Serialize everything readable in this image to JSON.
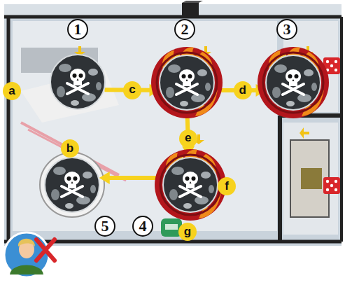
{
  "diagram": {
    "nodes": [
      {
        "text": [
          "1"
        ]
      },
      {
        "text": [
          "2"
        ]
      },
      {
        "text": [
          "3"
        ]
      },
      {
        "text": [
          "5"
        ]
      },
      {
        "text": [
          "4"
        ]
      }
    ],
    "edges": [
      {
        "from": 0,
        "to": 1,
        "arrow": "to",
        "label": "c"
      },
      {
        "from": 1,
        "to": 2,
        "arrow": "to",
        "label": "d"
      },
      {
        "from": 1,
        "to": 4,
        "arrow": "to",
        "label": "e"
      },
      {
        "from": 4,
        "to": 3,
        "arrow": "to"
      }
    ],
    "labels": [
      "a",
      "b",
      "f",
      "g"
    ]
  }
}
